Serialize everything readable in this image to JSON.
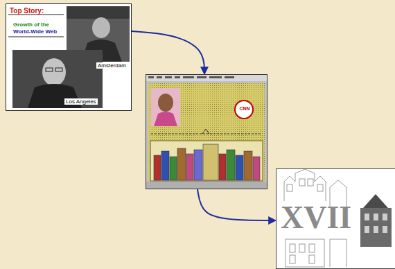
{
  "diagram": {
    "nodes": [
      {
        "text": [
          "Top Story:",
          "Growth of the",
          "World-Wide Web",
          "Amsterdam",
          "Los Angeles"
        ]
      },
      {
        "text": [
          "CNN"
        ]
      },
      {
        "text": [
          "XVII"
        ]
      }
    ],
    "edges": [
      {
        "from": 0,
        "to": 1,
        "arrow": "to"
      },
      {
        "from": 1,
        "to": 2,
        "arrow": "to"
      }
    ]
  }
}
